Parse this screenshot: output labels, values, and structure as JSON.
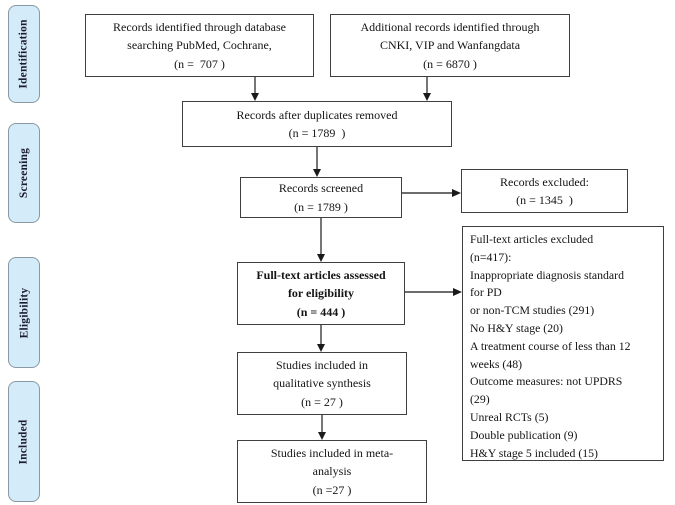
{
  "diagram": {
    "title": "PRISMA study selection flow diagram",
    "colors": {
      "stage_fill": "#d4ebf9",
      "stage_border": "#8a98a3",
      "box_border": "#3f3f3f",
      "arrow": "#3c3c3c",
      "text": "#141414"
    },
    "stages": [
      {
        "label": "Identification"
      },
      {
        "label": "Screening"
      },
      {
        "label": "Eligibility"
      },
      {
        "label": "Included"
      }
    ],
    "boxes": {
      "db_records": {
        "lines": [
          "Records identified through database",
          "searching PubMed, Cochrane,",
          "(n =  707 )"
        ]
      },
      "additional_records": {
        "lines": [
          "Additional records identified through",
          "CNKI, VIP and Wanfangdata",
          "(n = 6870 )"
        ]
      },
      "after_duplicates": {
        "lines": [
          "Records after duplicates removed",
          "(n = 1789  )"
        ]
      },
      "screened": {
        "lines": [
          "Records screened",
          "(n = 1789 )"
        ]
      },
      "records_excluded": {
        "lines": [
          "Records excluded:",
          "(n = 1345  )"
        ]
      },
      "fulltext_assessed": {
        "lines": [
          "Full-text articles assessed",
          "for eligibility",
          "(n = 444 )"
        ]
      },
      "fulltext_excluded": {
        "lines": [
          "Full-text articles excluded",
          "(n=417):",
          "Inappropriate diagnosis standard",
          "for PD",
          "or non-TCM studies (291)",
          "No H&Y stage (20)",
          "A treatment course of less than 12",
          "weeks (48)",
          "Outcome measures: not UPDRS",
          "(29)",
          "Unreal RCTs (5)",
          "Double publication (9)",
          "H&Y stage 5 included (15)"
        ]
      },
      "qualitative_synthesis": {
        "lines": [
          "Studies included in",
          "qualitative synthesis",
          "(n = 27 )"
        ]
      },
      "meta_analysis": {
        "lines": [
          "Studies included in meta-",
          "analysis",
          "(n =27 )"
        ]
      }
    }
  }
}
